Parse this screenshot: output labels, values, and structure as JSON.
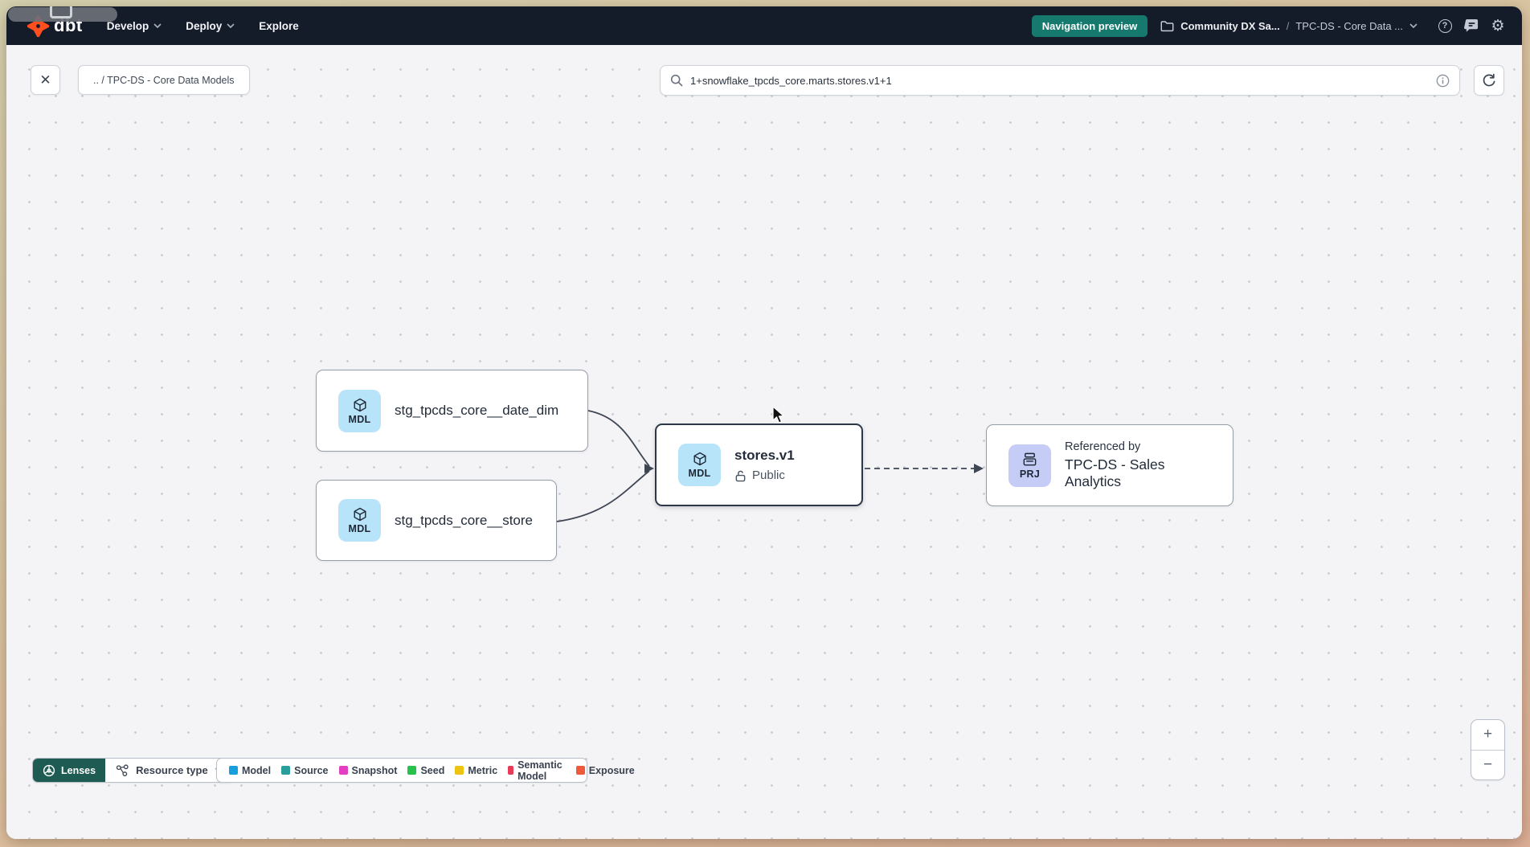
{
  "topnav": {
    "brand": "dbt",
    "menu_develop": "Develop",
    "menu_deploy": "Deploy",
    "menu_explore": "Explore",
    "preview_badge": "Navigation preview",
    "crumb_account": "Community DX Sa...",
    "crumb_separator": "/",
    "crumb_project": "TPC-DS - Core Data ...",
    "help_glyph": "?",
    "gear_glyph": "⚙"
  },
  "toolbar": {
    "close_glyph": "✕",
    "breadcrumb": ".. / TPC-DS - Core Data Models",
    "search_value": "1+snowflake_tpcds_core.marts.stores.v1+1"
  },
  "graph": {
    "nodes": {
      "date_dim": {
        "badge": "MDL",
        "label": "stg_tpcds_core__date_dim"
      },
      "store": {
        "badge": "MDL",
        "label": "stg_tpcds_core__store"
      },
      "stores_v1": {
        "badge": "MDL",
        "label": "stores.v1",
        "visibility": "Public"
      },
      "project": {
        "badge": "PRJ",
        "title": "Referenced by",
        "label": "TPC-DS - Sales Analytics"
      }
    }
  },
  "footer": {
    "lenses": "Lenses",
    "resource_type": "Resource type",
    "legend": [
      {
        "label": "Model",
        "color": "#169fdc"
      },
      {
        "label": "Source",
        "color": "#2a9d9d"
      },
      {
        "label": "Snapshot",
        "color": "#e23fc3"
      },
      {
        "label": "Seed",
        "color": "#27c24c"
      },
      {
        "label": "Metric",
        "color": "#efc312"
      },
      {
        "label": "Semantic Model",
        "color": "#e83b57"
      },
      {
        "label": "Exposure",
        "color": "#ef5a3a"
      }
    ]
  },
  "zoom_controls": {
    "zoom_in": "+",
    "zoom_out": "−"
  },
  "colors": {
    "nav_bg": "#141c2a",
    "logo_orange": "#ff4f20",
    "preview_badge_teal": "#15796e",
    "lenses_teal": "#1e5b52",
    "badge_mdl_bg": "#b8e4fa",
    "badge_prj_bg": "#c5cdf6",
    "edge_stroke": "#3f4653"
  }
}
